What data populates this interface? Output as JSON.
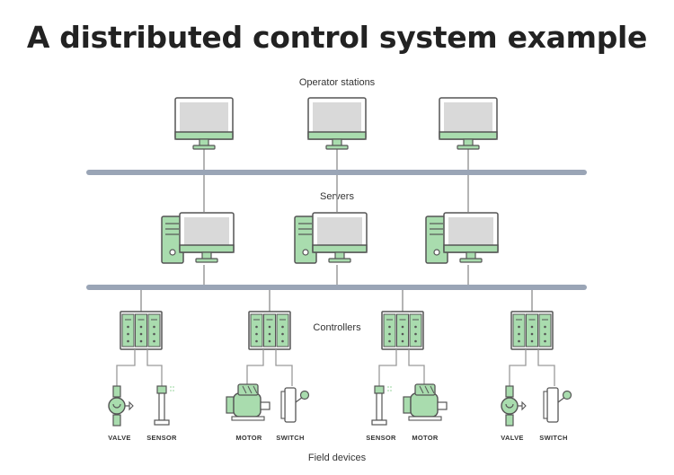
{
  "title": "A distributed control system example",
  "layers": {
    "operator_stations": "Operator stations",
    "servers": "Servers",
    "controllers": "Controllers",
    "field_devices": "Field devices"
  },
  "devices": {
    "valve": "VALVE",
    "sensor": "SENSOR",
    "motor": "MOTOR",
    "switch": "SWITCH"
  },
  "colors": {
    "green": "#a9dcae",
    "outline": "#555555",
    "screen": "#d9d9d9",
    "bus": "#9aa5b6",
    "line": "#9a9a9a"
  }
}
